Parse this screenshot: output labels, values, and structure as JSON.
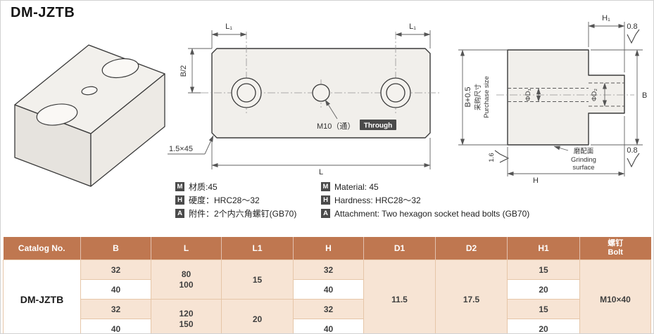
{
  "page": {
    "title": "DM-JZTB"
  },
  "drawing": {
    "top_view": {
      "dim_l1_left": "L₁",
      "dim_l1_right": "L₁",
      "dim_b_half": "B/2",
      "dim_l": "L",
      "thread_label": "M10（通）",
      "thread_badge": "Through",
      "chamfer_label": "1.5×45"
    },
    "side_view": {
      "dim_h1": "H₁",
      "rough_top": "0.8",
      "rough_bottom": "0.8",
      "rough_left": "1.6",
      "dim_b_tol": "B+0.5",
      "purchase_zh": "采购尺寸",
      "purchase_en": "Purchase size",
      "dim_d1": "ΦD₁",
      "dim_d2": "ΦD₂",
      "dim_b": "B",
      "dim_h": "H",
      "grinding_zh": "磨配面",
      "grinding_en_1": "Grinding",
      "grinding_en_2": "surface"
    },
    "specs": [
      {
        "badge": "M",
        "zh": "材质:45",
        "en": "Material: 45"
      },
      {
        "badge": "H",
        "zh": "硬度：HRC28～32",
        "en": "Hardness: HRC28～32"
      },
      {
        "badge": "A",
        "zh": "附件：2个内六角螺钉(GB70)",
        "en": "Attachment: Two hexagon socket head bolts (GB70)"
      }
    ]
  },
  "table": {
    "headers": {
      "catalog": "Catalog No.",
      "b": "B",
      "l": "L",
      "l1": "L1",
      "h": "H",
      "d1": "D1",
      "d2": "D2",
      "h1": "H1",
      "bolt_zh": "螺钉",
      "bolt_en": "Bolt"
    },
    "body": {
      "catalog": "DM-JZTB",
      "b": [
        "32",
        "40",
        "32",
        "40"
      ],
      "l_group1": [
        "80",
        "100"
      ],
      "l_group2": [
        "120",
        "150"
      ],
      "l1": [
        "15",
        "20"
      ],
      "h": [
        "32",
        "40",
        "32",
        "40"
      ],
      "d1": "11.5",
      "d2": "17.5",
      "h1": [
        "15",
        "20",
        "15",
        "20"
      ],
      "bolt": "M10×40"
    }
  },
  "colors": {
    "header_bg": "#bf7750",
    "row_peach": "#f7e4d4",
    "badge_bg": "#4b4b4b",
    "through_badge_bg": "#4a4a4a"
  }
}
